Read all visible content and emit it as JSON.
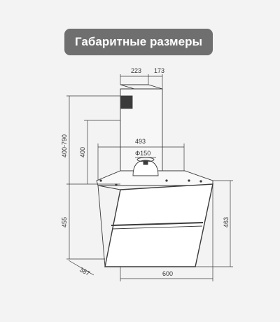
{
  "banner": {
    "title": "Габаритные размеры"
  },
  "dimensions": {
    "chimney_width": "223",
    "chimney_depth": "173",
    "chimney_height_range": "400-790",
    "chimney_min": "400",
    "vent_width": "493",
    "outlet_diameter": "Φ150",
    "hood_height_left": "455",
    "hood_height_right": "463",
    "hood_depth": "387",
    "hood_width": "600"
  },
  "colors": {
    "banner_bg": "#6f6f6f",
    "line": "#3a3a3a",
    "background": "#f3f3f3"
  }
}
